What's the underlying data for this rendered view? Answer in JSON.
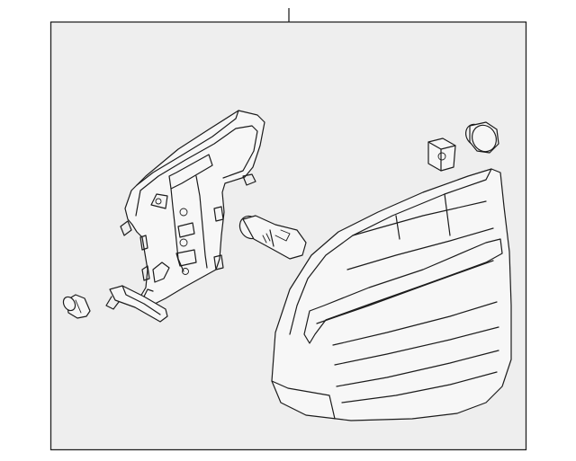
{
  "diagram": {
    "parts": [
      {
        "id": "callout-leader",
        "icon": "leader-line"
      },
      {
        "id": "lamp-housing-bracket",
        "icon": "bracket-icon"
      },
      {
        "id": "socket-connector",
        "icon": "socket-icon"
      },
      {
        "id": "bulb",
        "icon": "bulb-icon"
      },
      {
        "id": "mounting-nut",
        "icon": "nut-icon"
      },
      {
        "id": "grommet-plug",
        "icon": "grommet-icon"
      },
      {
        "id": "tail-lamp-lens-assembly",
        "icon": "tail-lamp-icon"
      }
    ],
    "colors": {
      "background": "#ffffff",
      "frame": "#eeeeee",
      "line": "#1c1c1c"
    }
  }
}
